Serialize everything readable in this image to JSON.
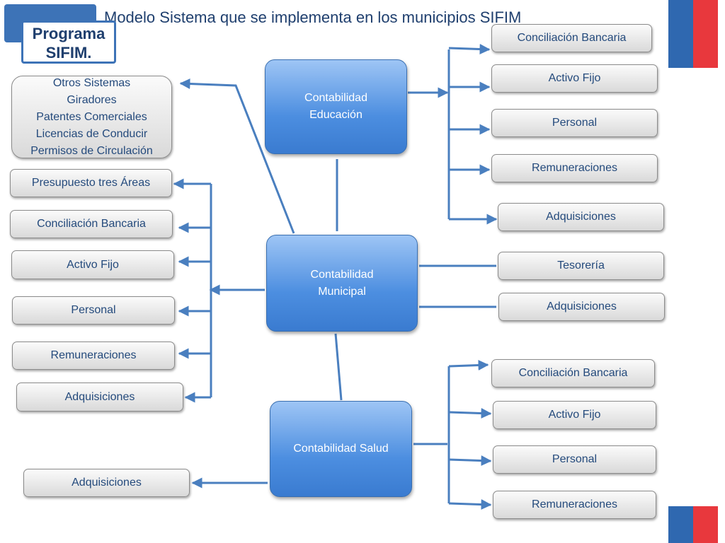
{
  "title": "Modelo Sistema que se implementa en los municipios SIFIM",
  "badge": "Programa\nSIFIM.",
  "colors": {
    "accent": "#3d73b7",
    "flag_blue": "#2f68b0",
    "flag_red": "#e8383d",
    "connector": "#4a7fbf"
  },
  "hubs": {
    "educacion": "Contabilidad\nEducación",
    "municipal": "Contabilidad\nMunicipal",
    "salud": "Contabilidad Salud"
  },
  "left": {
    "otros": "Otros Sistemas\nGiradores\nPatentes Comerciales\nLicencias de Conducir\nPermisos de Circulación",
    "items": [
      "Presupuesto tres Áreas",
      "Conciliación Bancaria",
      "Activo Fijo",
      "Personal",
      "Remuneraciones",
      "Adquisiciones"
    ],
    "salud_item": "Adquisiciones"
  },
  "right": {
    "educacion_items": [
      "Conciliación Bancaria",
      "Activo Fijo",
      "Personal",
      "Remuneraciones",
      "Adquisiciones"
    ],
    "municipal_items": [
      "Tesorería",
      "Adquisiciones"
    ],
    "salud_items": [
      "Conciliación Bancaria",
      "Activo Fijo",
      "Personal",
      "Remuneraciones"
    ]
  }
}
